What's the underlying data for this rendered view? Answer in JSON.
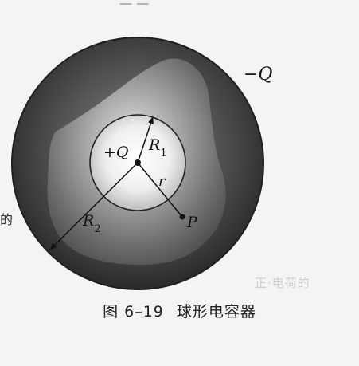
{
  "labels": {
    "outer_charge": "−Q",
    "inner_charge": "+Q",
    "r1": "R",
    "r1_sub": "1",
    "r2": "R",
    "r2_sub": "2",
    "r": "r",
    "point": "P"
  },
  "caption": {
    "figure_number": "图 6–19",
    "title": "球形电容器"
  },
  "fragments": {
    "top": "— —",
    "left": "的",
    "bleed": "正·电荷的"
  },
  "colors": {
    "outer_shell_edge": "#303030",
    "gap_region": "#5a5a5a",
    "inner_sphere_center": "#ffffff",
    "ink": "#111111"
  }
}
